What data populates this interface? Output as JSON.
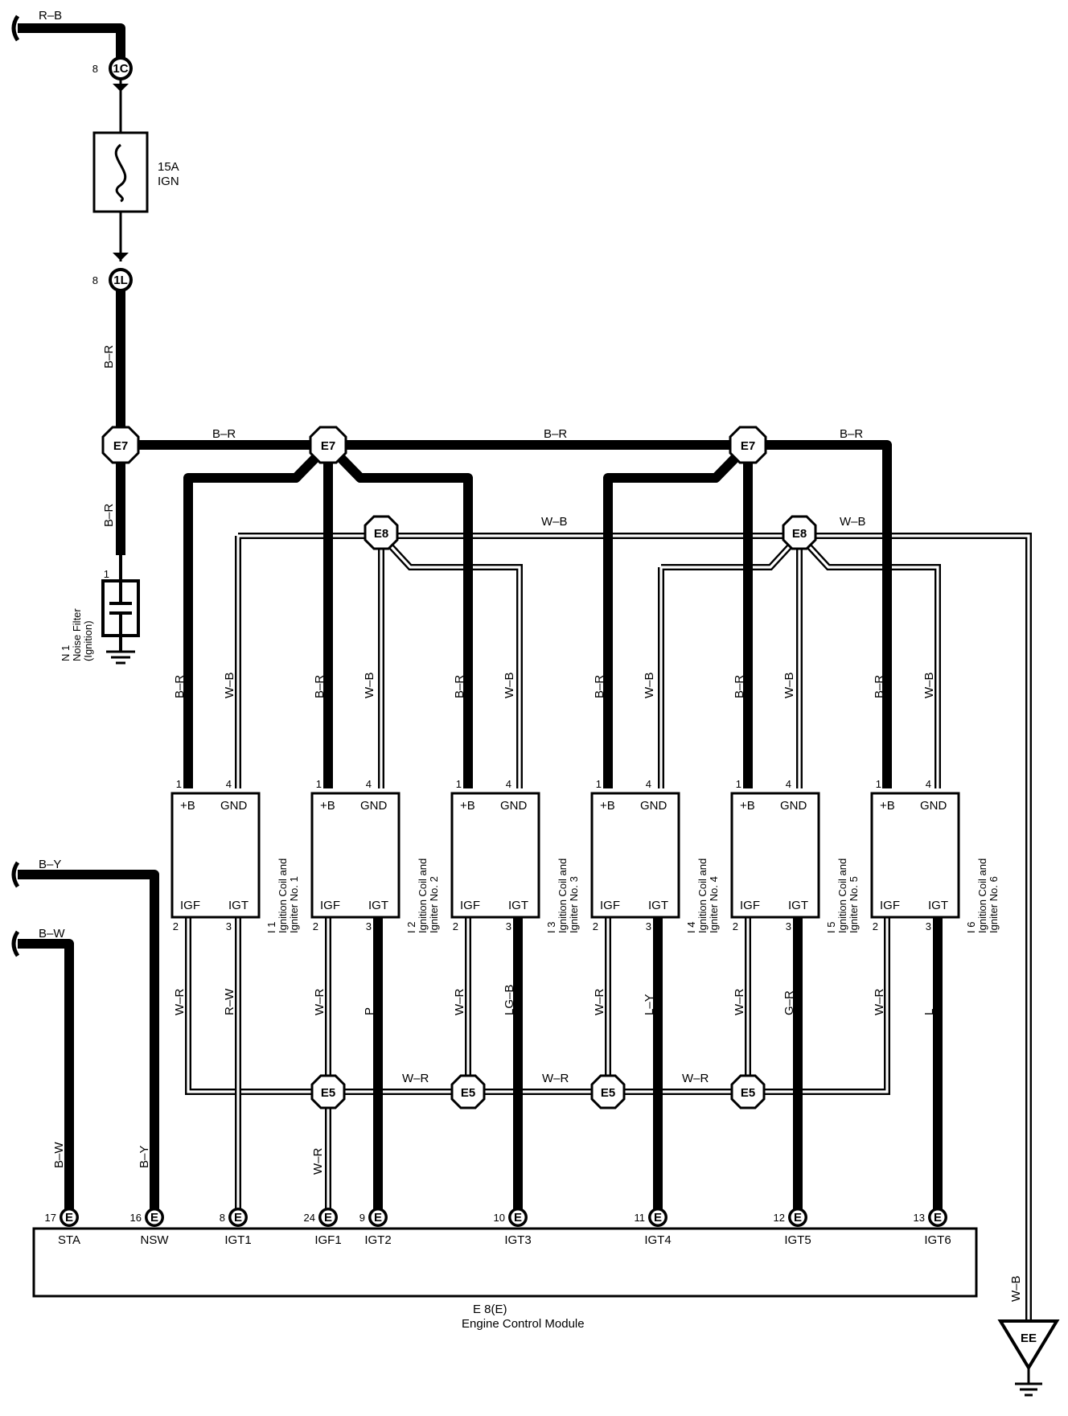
{
  "diagram": {
    "fuse": {
      "rating": "15A",
      "name": "IGN"
    },
    "junctions": {
      "top": {
        "label": "1C",
        "pin": "8"
      },
      "bottom": {
        "label": "1L",
        "pin": "8"
      },
      "e7": "E7",
      "e8": "E8",
      "e5": "E5"
    },
    "wire_colors": {
      "rb": "R–B",
      "br": "B–R",
      "wb": "W–B",
      "wr": "W–R",
      "by": "B–Y",
      "bw": "B–W"
    },
    "noise_filter": {
      "id": "N 1",
      "name": "Noise Filter",
      "sub": "(Ignition)",
      "pin": "1"
    },
    "coil_terminals": {
      "pb": "+B",
      "gnd": "GND",
      "igf": "IGF",
      "igt": "IGT"
    },
    "coil_pins": {
      "pb": "1",
      "gnd": "4",
      "igf": "2",
      "igt": "3"
    },
    "coils": [
      {
        "id": "I 1",
        "name": "Ignition Coil and",
        "name2": "Igniter No. 1",
        "igt_wire": "R–W"
      },
      {
        "id": "I 2",
        "name": "Ignition Coil and",
        "name2": "Igniter No. 2",
        "igt_wire": "P"
      },
      {
        "id": "I 3",
        "name": "Ignition Coil and",
        "name2": "Igniter No. 3",
        "igt_wire": "LG–B"
      },
      {
        "id": "I 4",
        "name": "Ignition Coil and",
        "name2": "Igniter No. 4",
        "igt_wire": "L–Y"
      },
      {
        "id": "I 5",
        "name": "Ignition Coil and",
        "name2": "Igniter No. 5",
        "igt_wire": "G–R"
      },
      {
        "id": "I 6",
        "name": "Ignition Coil and",
        "name2": "Igniter No. 6",
        "igt_wire": "L"
      }
    ],
    "ecm": {
      "id": "E 8(E)",
      "name": "Engine Control Module",
      "connector": "E",
      "pins": [
        {
          "num": "17",
          "label": "STA"
        },
        {
          "num": "16",
          "label": "NSW"
        },
        {
          "num": "8",
          "label": "IGT1"
        },
        {
          "num": "24",
          "label": "IGF1"
        },
        {
          "num": "9",
          "label": "IGT2"
        },
        {
          "num": "10",
          "label": "IGT3"
        },
        {
          "num": "11",
          "label": "IGT4"
        },
        {
          "num": "12",
          "label": "IGT5"
        },
        {
          "num": "13",
          "label": "IGT6"
        }
      ]
    },
    "ground": {
      "label": "EE"
    }
  }
}
